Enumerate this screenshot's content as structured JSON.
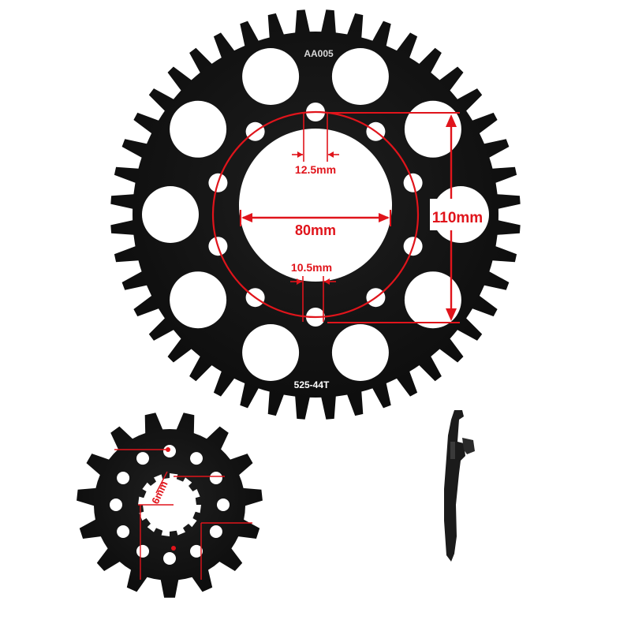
{
  "rear_sprocket": {
    "part_code": "AA005",
    "model": "525-44T",
    "teeth": 44,
    "dimensions": {
      "bolt_hole": "12.5mm",
      "center_bore": "80mm",
      "bolt_circle": "110mm",
      "small_hole": "10.5mm"
    }
  },
  "front_sprocket": {
    "teeth": 15,
    "dimensions": {
      "bolt_hole": "6mm"
    }
  },
  "colors": {
    "sprocket": "#141414",
    "dimension": "#e0141b",
    "label": "#ffffff",
    "hole": "#ffffff"
  }
}
